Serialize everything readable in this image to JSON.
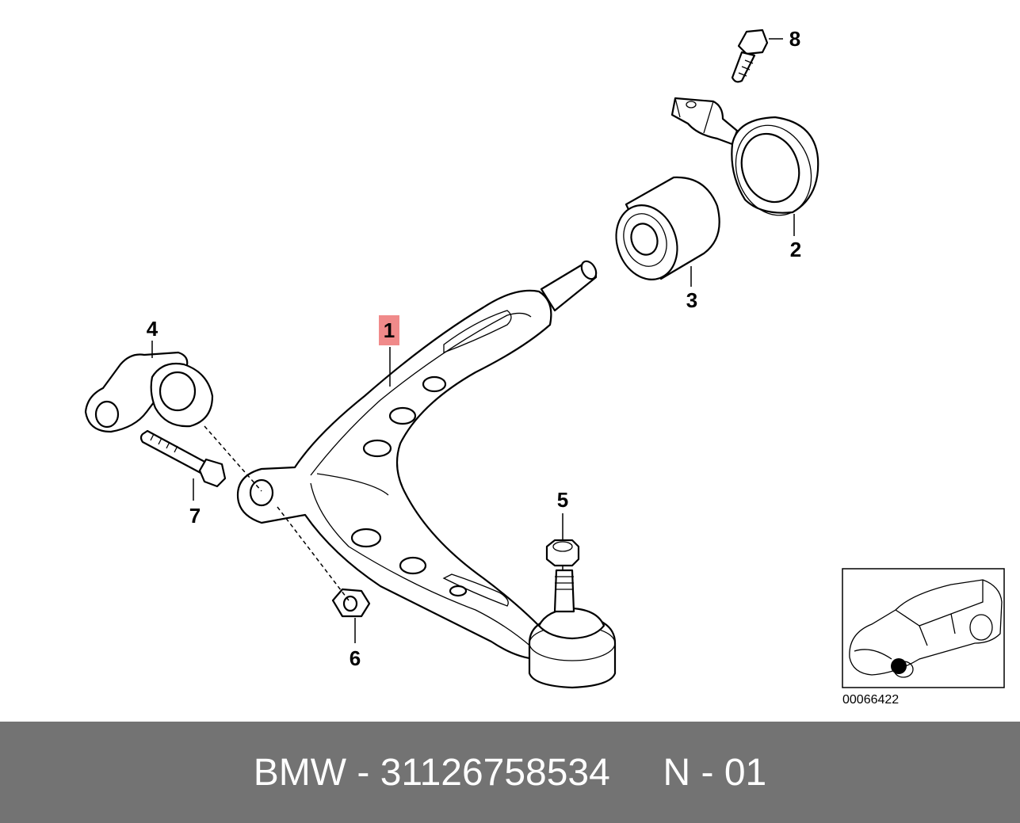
{
  "diagram": {
    "callouts": [
      {
        "id": "1",
        "text": "1",
        "highlight": "#f08a8a"
      },
      {
        "id": "2",
        "text": "2"
      },
      {
        "id": "3",
        "text": "3"
      },
      {
        "id": "4",
        "text": "4"
      },
      {
        "id": "5",
        "text": "5"
      },
      {
        "id": "6",
        "text": "6"
      },
      {
        "id": "7",
        "text": "7"
      },
      {
        "id": "8",
        "text": "8"
      }
    ],
    "reference_number": "00066422"
  },
  "footer": {
    "brand": "BMW",
    "separator": " - ",
    "part_number": "31126758534",
    "position_code": "N - 01",
    "background": "#737373",
    "text_color": "#ffffff"
  }
}
